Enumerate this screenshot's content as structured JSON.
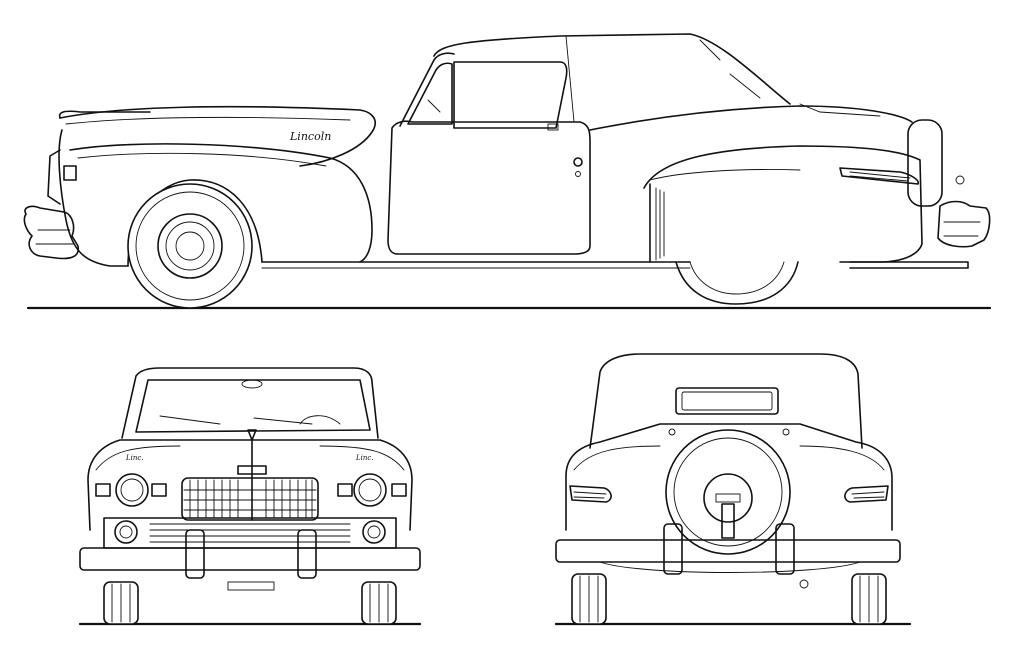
{
  "drawing": {
    "type": "vehicle-blueprint",
    "views": [
      "side",
      "front",
      "rear"
    ]
  },
  "lettering": {
    "side_script": "Lincoln",
    "front_left_script": "Linc.",
    "front_right_script": "Linc."
  },
  "colors": {
    "ink": "#111111",
    "paper": "#ffffff"
  }
}
